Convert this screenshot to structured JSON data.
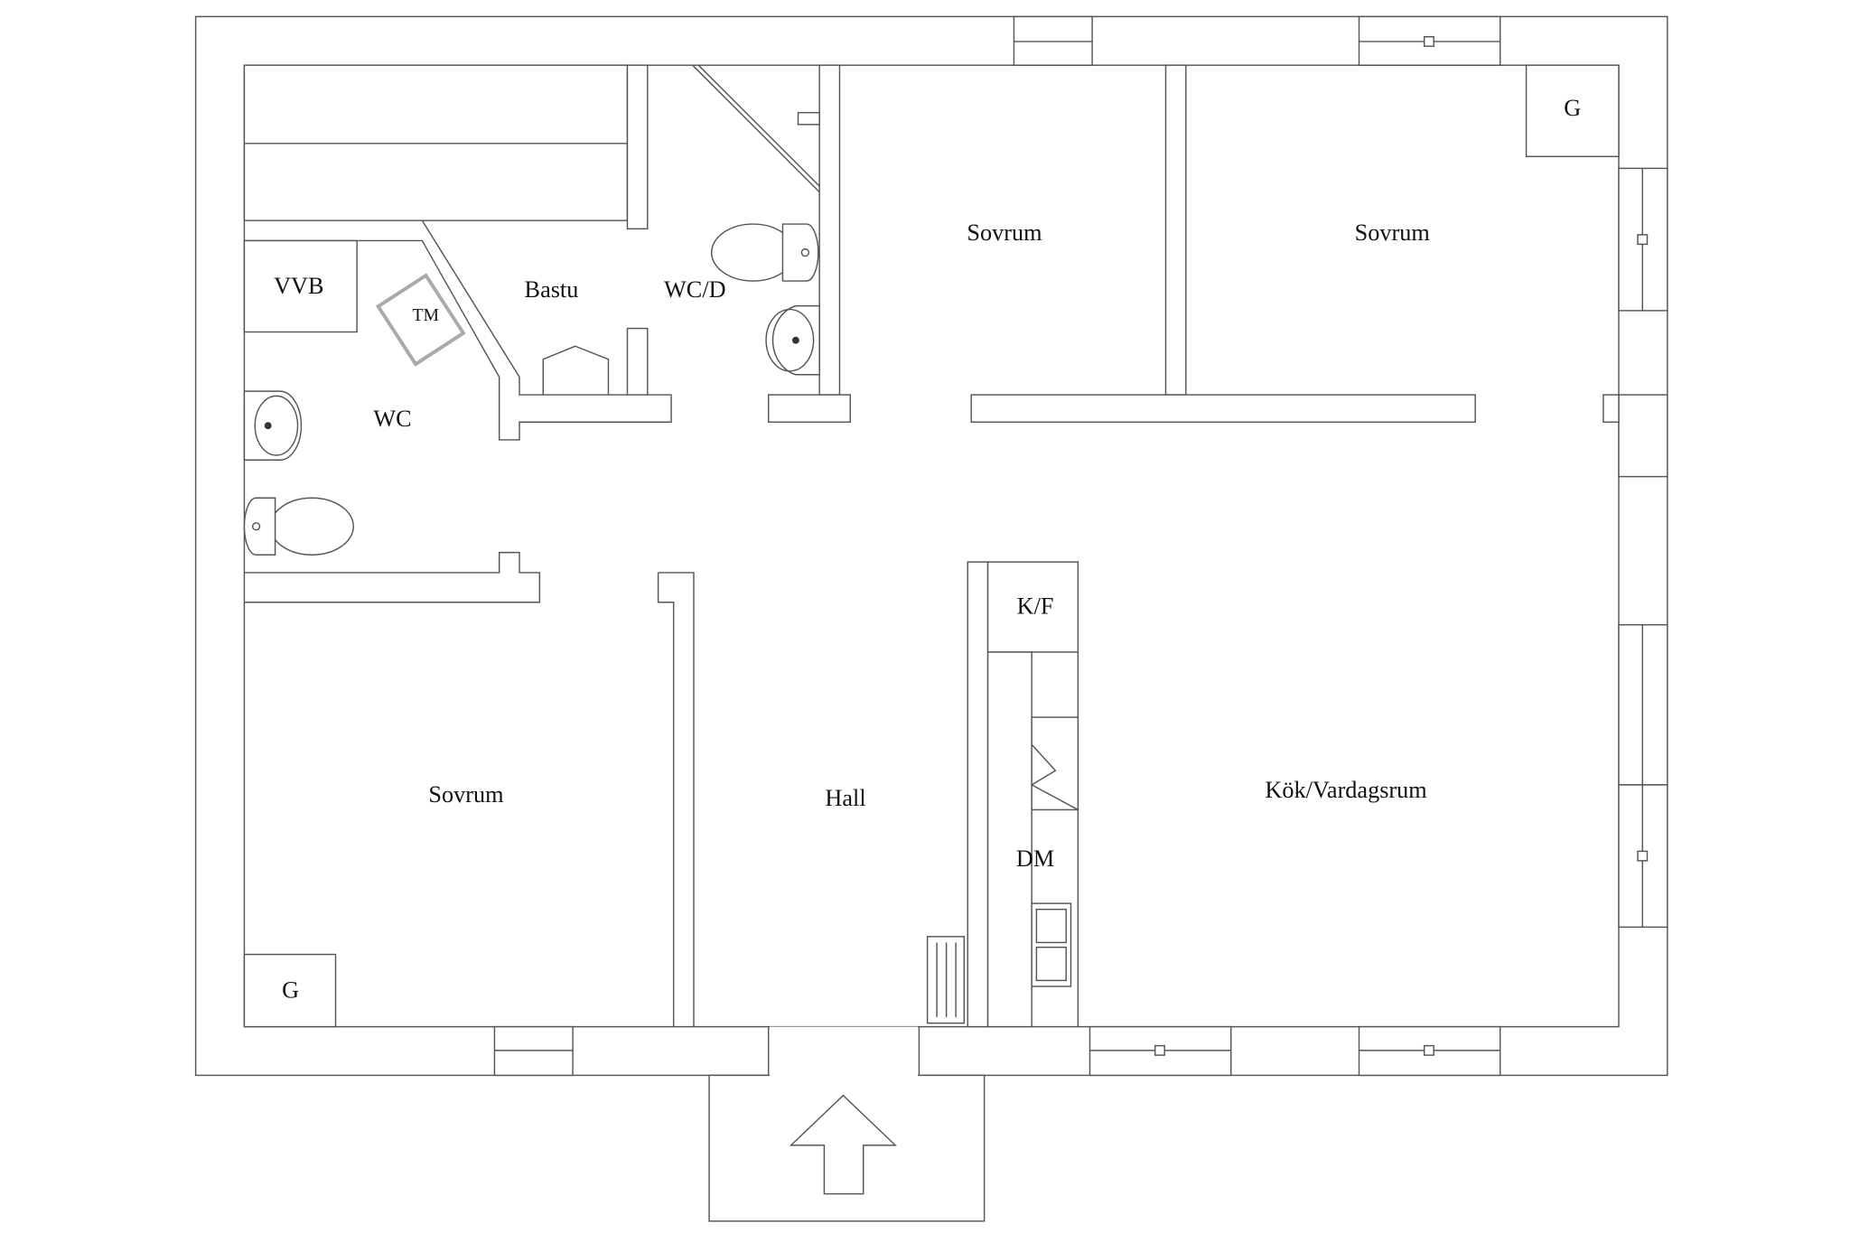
{
  "floor_plan": {
    "rooms": {
      "bedroom_1": "Sovrum",
      "bedroom_2": "Sovrum",
      "bedroom_3": "Sovrum",
      "wardrobe_1": "G",
      "wardrobe_2": "G",
      "water_heater": "VVB",
      "washing_machine": "TM",
      "sauna": "Bastu",
      "wc_shower": "WC/D",
      "wc": "WC",
      "fridge_freezer": "K/F",
      "hall": "Hall",
      "kitchen_living": "Kök/Vardagsrum",
      "dishwasher": "DM"
    },
    "entrance_icon": "arrow-up-icon"
  }
}
